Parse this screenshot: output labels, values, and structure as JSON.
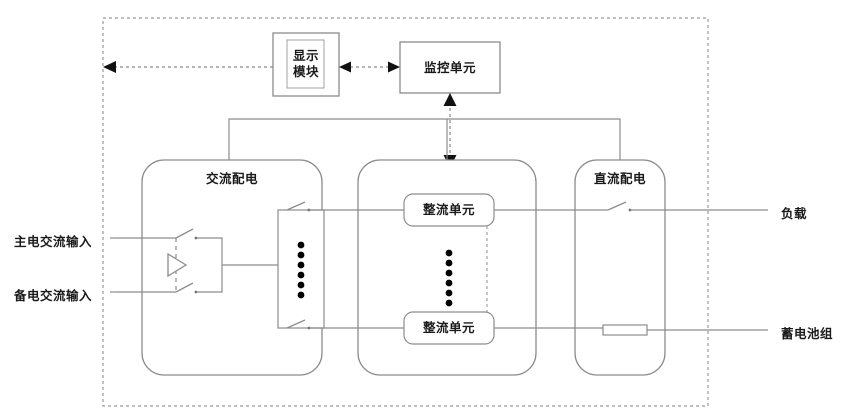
{
  "diagram": {
    "title_note": "",
    "colors": {
      "line": "#8c8c8c",
      "dark_line": "#6e6e6e",
      "text": "#1a1a1a",
      "dot": "#000000",
      "background": "#ffffff"
    },
    "outer_boundary": {
      "name": "system-boundary",
      "style": "dashed"
    },
    "blocks": {
      "display_module": "显示\n模块",
      "display_module_line1": "显示",
      "display_module_line2": "模块",
      "monitor_unit": "监控单元",
      "ac_distribution": "交流配电",
      "dc_distribution": "直流配电",
      "rectifier_unit_top": "整流单元",
      "rectifier_unit_bottom": "整流单元"
    },
    "labels": {
      "main_ac_input": "主电交流输入",
      "backup_ac_input": "备电交流输入",
      "load": "负载",
      "battery_bank": "蓄电池组"
    },
    "symbols": {
      "transfer_switch": "ats-transfer-switch",
      "bus_bar": "ac-bus-bar",
      "ellipsis_dots_bus": 6,
      "ellipsis_dots_rectifier": 6,
      "load_switch": "dc-load-switch",
      "battery_fuse": "battery-fuse"
    }
  }
}
